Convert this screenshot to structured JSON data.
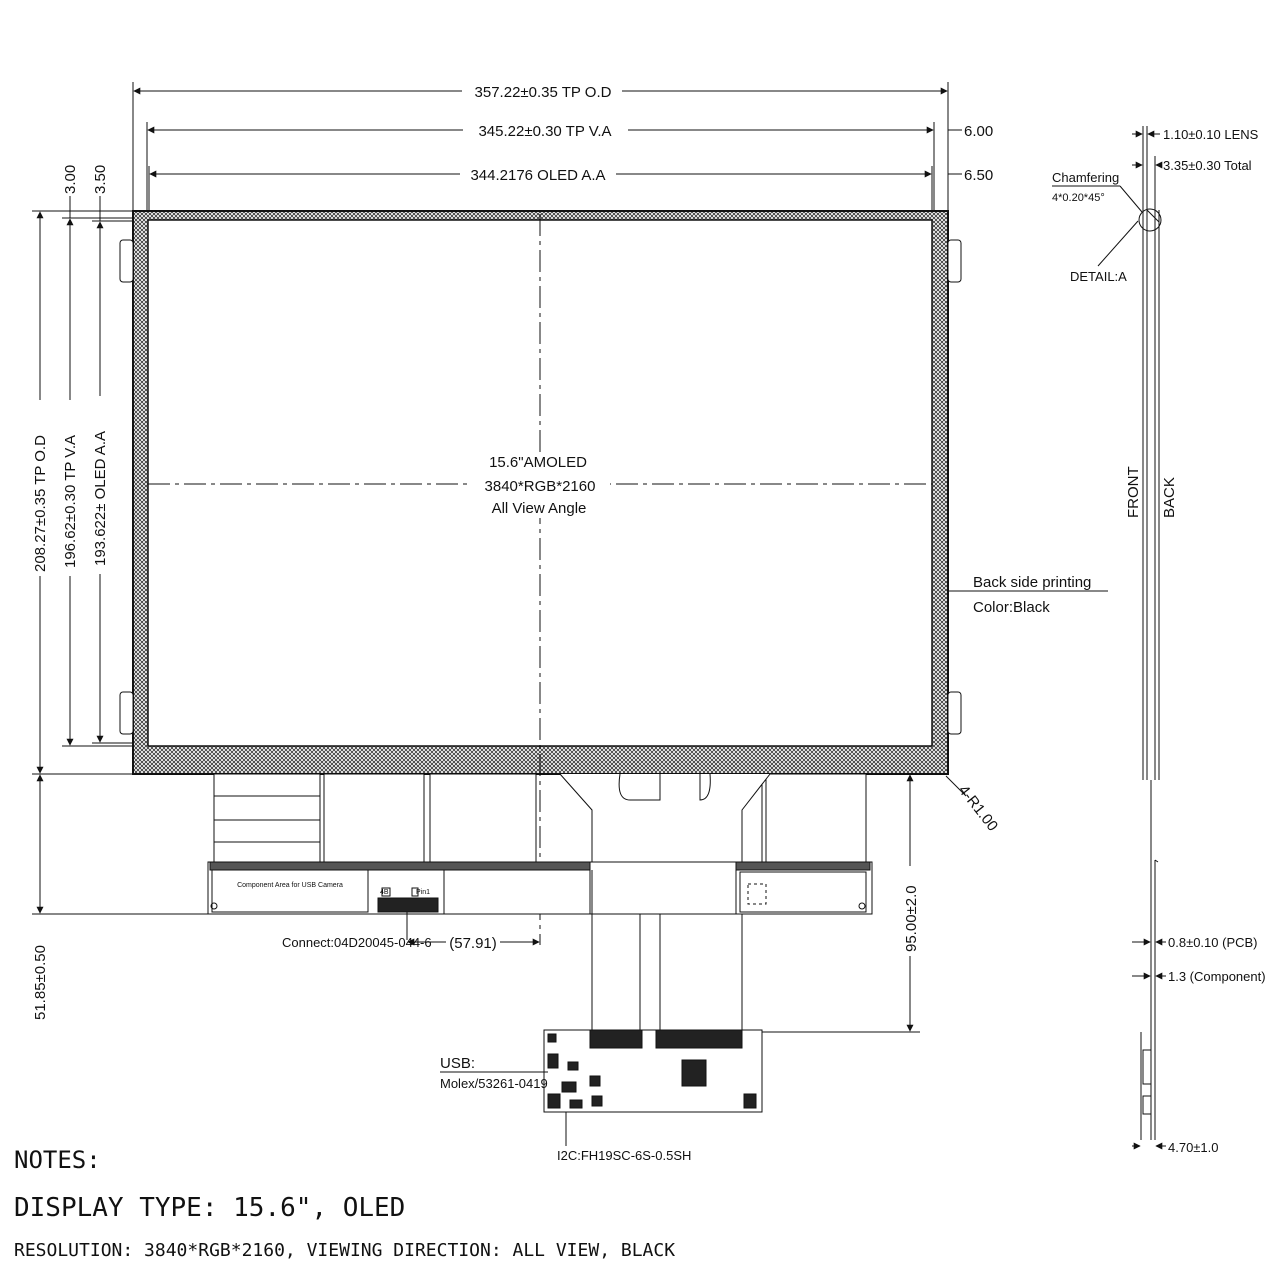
{
  "dimensions": {
    "tp_od_width": "357.22±0.35 TP O.D",
    "tp_va_width": "345.22±0.30 TP V.A",
    "oled_aa_width": "344.2176 OLED A.A",
    "right_offset_1": "6.00",
    "right_offset_2": "6.50",
    "left_offset_1": "3.00",
    "left_offset_2": "3.50",
    "tp_od_height": "208.27±0.35 TP O.D",
    "tp_va_height": "196.62±0.30 TP V.A",
    "oled_aa_height": "193.622± OLED A.A",
    "fpc_length": "95.00±2.0",
    "lower_height": "51.85±0.50",
    "connector_offset": "(57.91)",
    "corner_radius": "4-R1.00"
  },
  "panel": {
    "line1": "15.6\"AMOLED",
    "line2": "3840*RGB*2160",
    "line3": "All View Angle"
  },
  "back_printing": {
    "line1": "Back side printing",
    "line2": "Color:Black"
  },
  "side_view": {
    "lens": "1.10±0.10 LENS",
    "total": "3.35±0.30 Total",
    "chamfer_title": "Chamfering",
    "chamfer_value": "4*0.20*45°",
    "detail": "DETAIL:A",
    "front": "FRONT",
    "back": "BACK",
    "pcb": "0.8±0.10 (PCB)",
    "component": "1.3 (Component)",
    "bottom": "4.70±1.0"
  },
  "fpc": {
    "camera_area": "Component Area for USB Camera",
    "connect": "Connect:04D20045-044-6",
    "pin1": "Pin1",
    "mark": "4B",
    "usb_title": "USB:",
    "usb_part": "Molex/53261-0419",
    "i2c": "I2C:FH19SC-6S-0.5SH"
  },
  "notes": {
    "title": "NOTES:",
    "display_type": "DISPLAY TYPE: 15.6\", OLED",
    "resolution": "RESOLUTION: 3840*RGB*2160, VIEWING DIRECTION: ALL VIEW, BLACK"
  }
}
